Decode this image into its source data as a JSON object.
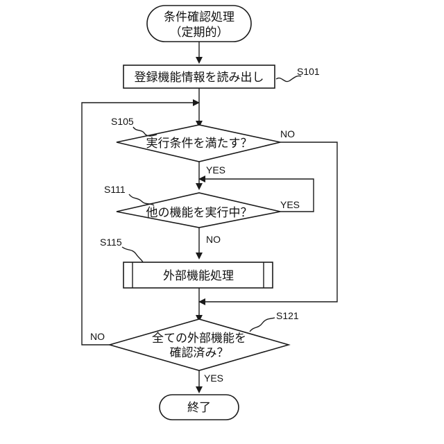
{
  "nodes": {
    "start": {
      "line1": "条件確認処理",
      "line2": "（定期的）"
    },
    "read_info": {
      "text": "登録機能情報を読み出し",
      "step": "S101"
    },
    "exec_condition": {
      "text": "実行条件を満たす？",
      "step": "S105"
    },
    "other_running": {
      "text": "他の機能を実行中？",
      "step": "S111"
    },
    "external_process": {
      "text": "外部機能処理",
      "step": "S115"
    },
    "all_confirmed": {
      "line1": "全ての外部機能を",
      "line2": "確認済み？",
      "step": "S121"
    },
    "end": {
      "text": "終了"
    }
  },
  "edges": {
    "exec_yes": "YES",
    "exec_no": "NO",
    "other_yes": "YES",
    "other_no": "NO",
    "all_yes": "YES",
    "all_no": "NO"
  }
}
